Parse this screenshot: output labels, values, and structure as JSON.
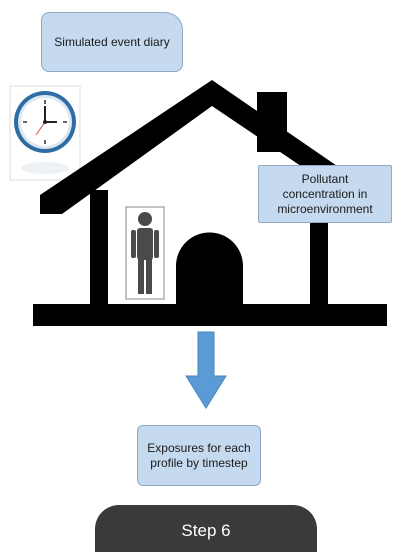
{
  "diagram": {
    "event_diary_label": "Simulated event diary",
    "pollutant_label": "Pollutant concentration in microenvironment",
    "exposures_label": "Exposures for each profile by timestep",
    "step_label": "Step 6"
  },
  "colors": {
    "callout_fill": "#c5d9ef",
    "arrow_fill": "#5b9bd5",
    "house": "#000000",
    "step_pill": "#3a3a3a",
    "clock_ring": "#2e6da4"
  },
  "icons": [
    "clock-icon",
    "house-icon",
    "person-icon",
    "down-arrow-icon"
  ]
}
